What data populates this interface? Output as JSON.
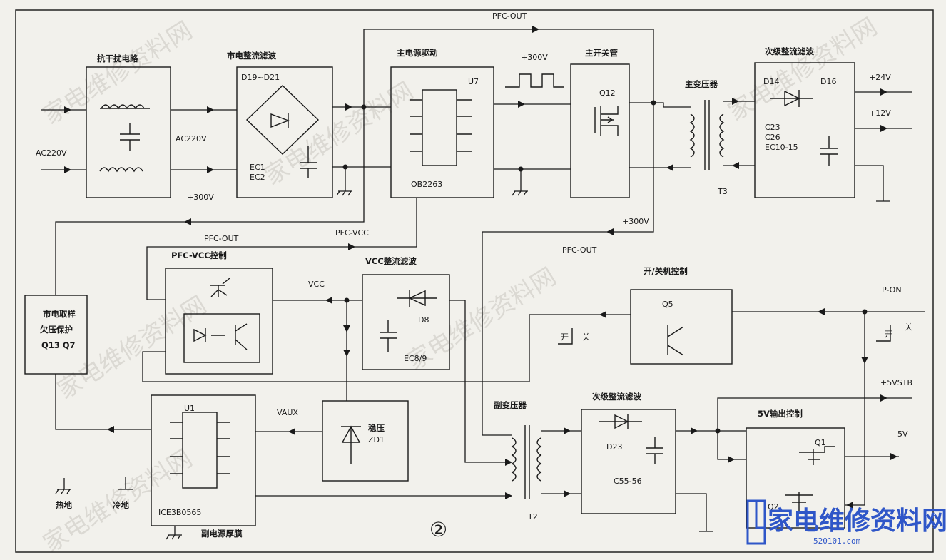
{
  "blocks": {
    "emi_filter": "抗干扰电路",
    "mains_rect": "市电整流滤波",
    "main_driver": "主电源驱动",
    "main_switch": "主开关管",
    "main_transformer": "主变压器",
    "secondary_rect_top": "次级整流滤波",
    "pfc_vcc_ctrl": "PFC-VCC控制",
    "vcc_rect": "VCC整流滤波",
    "onoff_ctrl": "开/关机控制",
    "mains_protect": [
      "市电取样",
      "欠压保护",
      "Q13 Q7"
    ],
    "regulator": "稳压",
    "aux_transformer": "副变压器",
    "secondary_rect_bottom": "次级整流滤波",
    "out5v_ctrl": "5V输出控制",
    "aux_module": "副电源厚膜"
  },
  "parts": {
    "d19_21": "D19~D21",
    "ec1": "EC1",
    "ec2": "EC2",
    "u7": "U7",
    "ob2263": "OB2263",
    "q12": "Q12",
    "t3": "T3",
    "d14": "D14",
    "d16": "D16",
    "c23": "C23",
    "c26": "C26",
    "ec10_15": "EC10-15",
    "d8": "D8",
    "ec8_9": "EC8/9",
    "q5": "Q5",
    "u1": "U1",
    "ice3b0565": "ICE3B0565",
    "zd1": "ZD1",
    "t2": "T2",
    "d23": "D23",
    "c55_56": "C55-56",
    "q1": "Q1",
    "q2": "Q2"
  },
  "signals": {
    "ac220v_in": "AC220V",
    "ac220v_mid": "AC220V",
    "v300_low": "+300V",
    "pfc_out_top": "PFC-OUT",
    "v300_pulse": "+300V",
    "v24": "+24V",
    "v12": "+12V",
    "v300_right": "+300V",
    "pfc_vcc": "PFC-VCC",
    "pfc_out_mid": "PFC-OUT",
    "pfc_out_right": "PFC-OUT",
    "vcc": "VCC",
    "p_on": "P-ON",
    "on_1": "开",
    "off_1": "关",
    "on_2": "开",
    "off_2": "关",
    "vaux": "VAUX",
    "v5stb": "+5VSTB",
    "v5": "5V"
  },
  "legend": {
    "hot_ground": "热地",
    "cold_ground": "冷地"
  },
  "figure_number": "②",
  "watermark": "家电维修资料网",
  "logo": {
    "text": "家电维修资料网",
    "url": "520101.com"
  }
}
